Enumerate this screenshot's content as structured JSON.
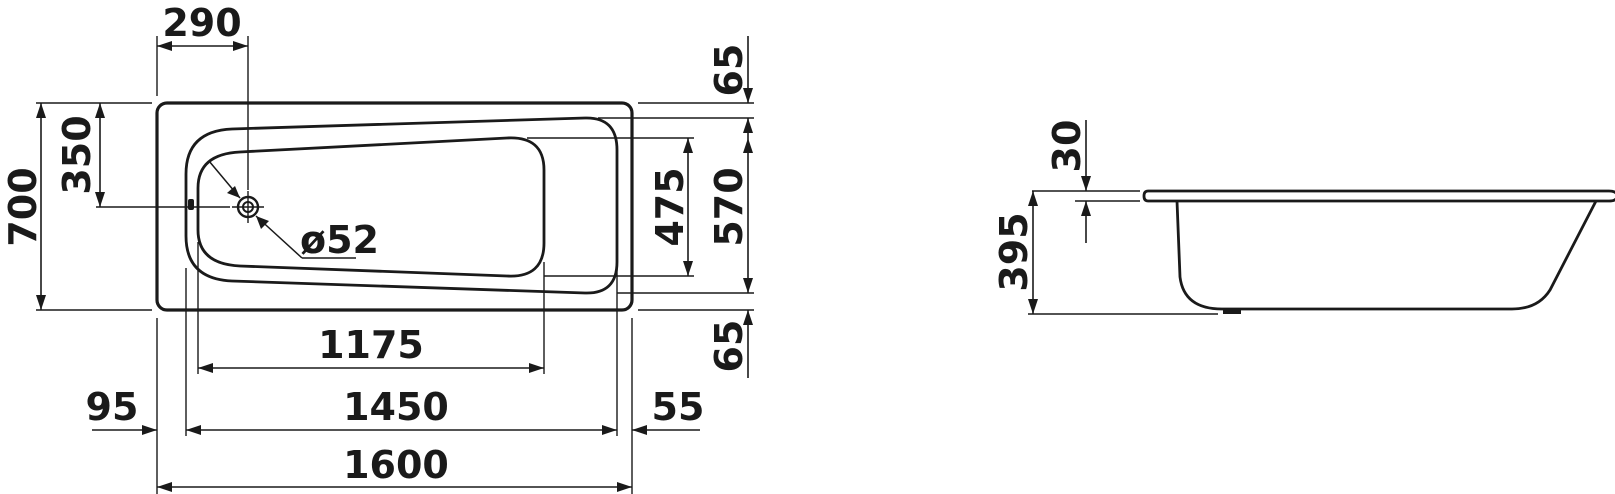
{
  "dimensions": {
    "top_drain_offset": "290",
    "top_rim_right": "65",
    "left_total_width": "700",
    "left_drain_offset": "350",
    "drain_diameter": "ø52",
    "inner_bottom_width": "475",
    "inner_rim_width": "570",
    "bottom_rim_right": "65",
    "inner_bottom_length": "1175",
    "inner_rim_length": "1450",
    "left_rim": "95",
    "right_rim": "55",
    "total_length": "1600",
    "side_rim_thickness": "30",
    "side_total_height": "395"
  },
  "colors": {
    "ink": "#1a1a1a",
    "background": "#ffffff"
  }
}
